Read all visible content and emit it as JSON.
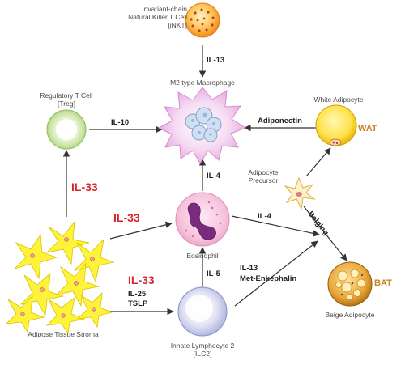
{
  "cells": {
    "inkt": {
      "line1": "invariant-chain",
      "line2": "Natural Killer T Cell",
      "line3": "[iNKT]"
    },
    "macrophage": {
      "label": "M2 type Macrophage"
    },
    "treg": {
      "line1": "Regulatory T Cell",
      "line2": "[Treg]"
    },
    "white_adipocyte": {
      "label": "White Adipocyte",
      "tag": "WAT"
    },
    "adipocyte_precursor": {
      "line1": "Adipocyte",
      "line2": "Precursor"
    },
    "eosinophil": {
      "label": "Eosinophil"
    },
    "stroma": {
      "label": "Adipose Tissue Stroma"
    },
    "ilc2": {
      "line1": "Innate Lymphocyte 2",
      "line2": "[ILC2]"
    },
    "beige_adipocyte": {
      "label": "Beige Adipocyte",
      "tag": "BAT"
    }
  },
  "signals": {
    "il13_top": "IL-13",
    "il10": "IL-10",
    "adiponectin": "Adiponectin",
    "il4_up": "IL-4",
    "il4_right": "IL-4",
    "il33_left": "IL-33",
    "il33_mid": "IL-33",
    "il33_low": "IL-33",
    "il25": "IL-25",
    "tslp": "TSLP",
    "il5": "IL-5",
    "il13_low": "IL-13",
    "met_enkephalin": "Met-Enkephalin",
    "beiging": "Beiging"
  },
  "colors": {
    "signal_red": "#d7262a",
    "tissue_tag": "#c9821f",
    "arrow": "#333333"
  }
}
